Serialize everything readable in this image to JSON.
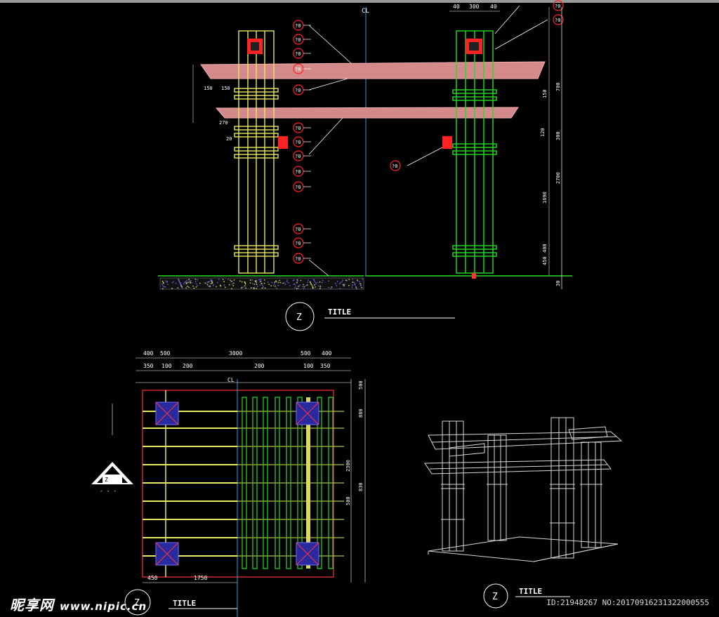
{
  "elevation": {
    "center_label": "CL",
    "top_dims": [
      "40",
      "300",
      "40"
    ],
    "left_dims": [
      "150",
      "150",
      "270",
      "20"
    ],
    "right_dims": [
      "150",
      "700",
      "120",
      "300",
      "2700",
      "1690",
      "400",
      "450",
      "30"
    ],
    "callout_label": "?0",
    "title": "TITLE",
    "symbol": "Z"
  },
  "plan": {
    "top_dims_row1": [
      "400",
      "500",
      "3000",
      "500",
      "400"
    ],
    "top_dims_row2": [
      "350",
      "100",
      "200",
      "200",
      "100",
      "350"
    ],
    "right_dims": [
      "500",
      "880",
      "2300",
      "830",
      "500"
    ],
    "bottom_dims": [
      "450",
      "1750"
    ],
    "center_label": "CL",
    "symbol": "Z",
    "title": "TITLE"
  },
  "axon": {
    "symbol": "Z",
    "title": "TITLE"
  },
  "watermark": {
    "brand": "昵享网",
    "url": "www.nipic.cn",
    "id": "ID:21948267 NO:20170916231322000555"
  },
  "colors": {
    "background": "#000000",
    "left_column": "#e8e860",
    "right_column": "#22e022",
    "beam": "#e8a0a0",
    "callout": "#ff2222",
    "ground": "#d0d060",
    "line": "#ffffff"
  }
}
